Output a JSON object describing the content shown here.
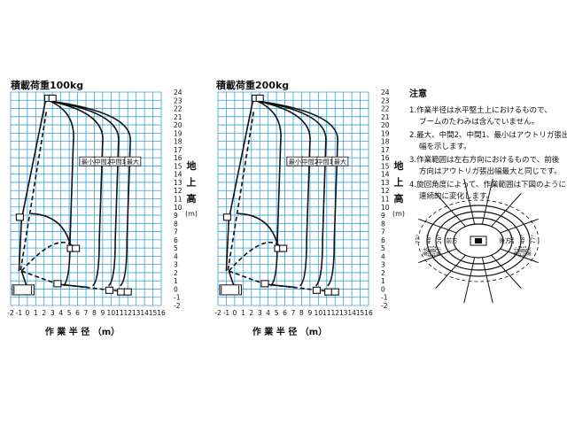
{
  "charts": [
    {
      "title": "積載荷重100kg",
      "xlabel": "作 業 半 径 （m）",
      "ylabel": [
        "地",
        "上",
        "高",
        "(m)"
      ],
      "zone_labels": [
        "最小",
        "中間2",
        "中間1",
        "最大"
      ]
    },
    {
      "title": "積載荷重200kg",
      "xlabel": "作 業 半 径 （m）",
      "ylabel": [
        "地",
        "上",
        "高",
        "(m)"
      ],
      "zone_labels": [
        "最小",
        "中間2",
        "中間1",
        "最大"
      ]
    }
  ],
  "x_ticks": [
    "-2",
    "-1",
    "0",
    "1",
    "2",
    "3",
    "4",
    "5",
    "6",
    "7",
    "8",
    "9",
    "10",
    "11",
    "12",
    "13",
    "14",
    "15",
    "16"
  ],
  "y_ticks": [
    "24",
    "23",
    "22",
    "21",
    "20",
    "19",
    "18",
    "17",
    "16",
    "15",
    "14",
    "13",
    "12",
    "11",
    "10",
    "9",
    "8",
    "7",
    "6",
    "5",
    "4",
    "3",
    "2",
    "1",
    "0",
    "-1",
    "-2"
  ],
  "notes": {
    "heading": "注意",
    "items": [
      [
        "1.作業半径は水平堅土上におけるもので、",
        "ブームのたわみは含んでいません。"
      ],
      [
        "2.最大、中間2、中間1、最小はアウトリガ張出",
        "幅を示します。"
      ],
      [
        "3.作業範囲は左右方向におけるもので、前後",
        "方向はアウトリガ張出幅最大と同じです。"
      ],
      [
        "4.旋回角度によって、作業範囲は下図のように",
        "連続的に変化します。"
      ]
    ]
  },
  "rotation_diagram": {
    "front_label": "前方",
    "rear_label": "後方",
    "angles_left": [
      "77°",
      "48°",
      "20°"
    ],
    "angles_right": [
      "20°",
      "48°",
      "77°"
    ],
    "zone_left": [
      "最大",
      "中間1",
      "中間2",
      "最小"
    ],
    "zone_right": [
      "最小",
      "中間2",
      "中間1",
      "最大"
    ]
  },
  "colors": {
    "grid": "#3aa0d8",
    "line": "#111111"
  }
}
